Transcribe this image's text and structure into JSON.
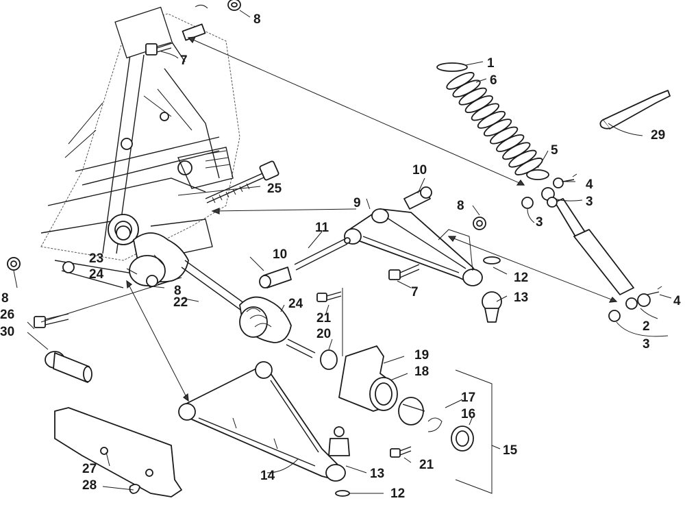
{
  "part_numbers": {
    "n1": "1",
    "n2": "2",
    "n3a": "3",
    "n3b": "3",
    "n3c": "3",
    "n4a": "4",
    "n4b": "4",
    "n5": "5",
    "n6": "6",
    "n7a": "7",
    "n7b": "7",
    "n8a": "8",
    "n8b": "8",
    "n8c": "8",
    "n8d": "8",
    "n9": "9",
    "n10a": "10",
    "n10b": "10",
    "n11": "11",
    "n12a": "12",
    "n12b": "12",
    "n13a": "13",
    "n13b": "13",
    "n14": "14",
    "n15": "15",
    "n16": "16",
    "n17": "17",
    "n18": "18",
    "n19": "19",
    "n20": "20",
    "n21a": "21",
    "n21b": "21",
    "n22": "22",
    "n23": "23",
    "n24a": "24",
    "n24b": "24",
    "n25": "25",
    "n26": "26",
    "n27": "27",
    "n28": "28",
    "n29": "29",
    "n30": "30"
  },
  "colors": {
    "ink": "#1a1a1a",
    "paper": "#ffffff",
    "shade": "#3a3a3a"
  }
}
